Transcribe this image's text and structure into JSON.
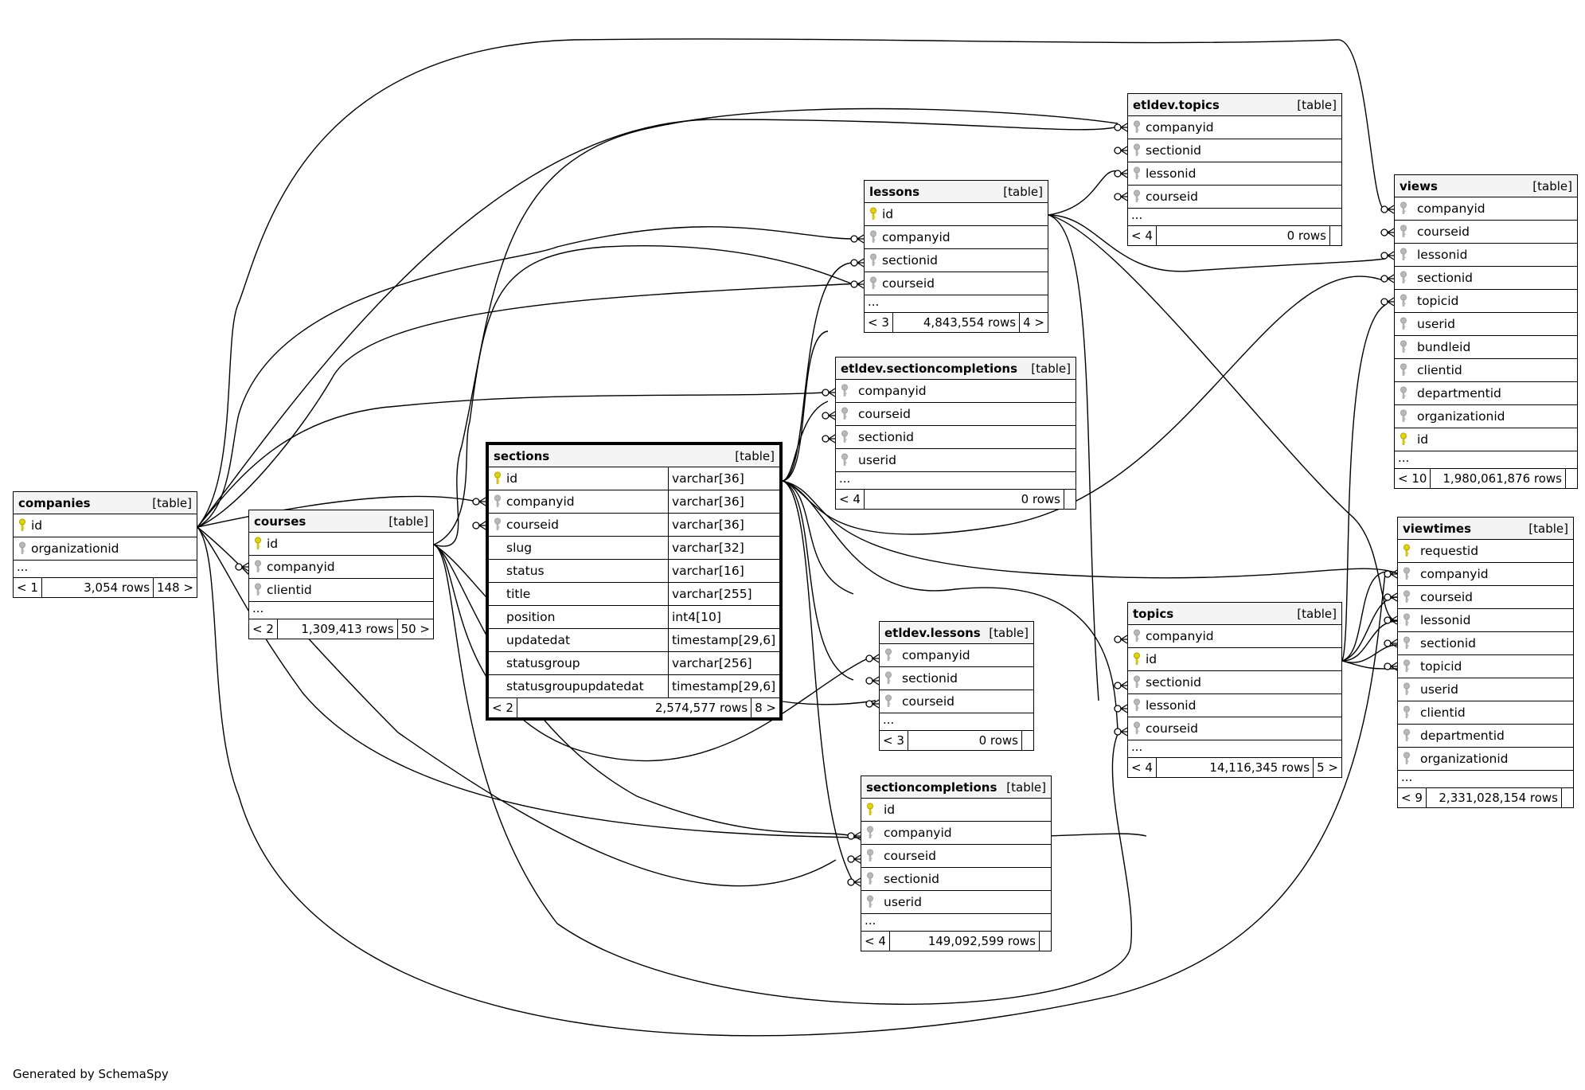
{
  "footer": "Generated by SchemaSpy",
  "tables": [
    {
      "name": "companies",
      "kind": "[table]",
      "columns": [
        {
          "name": "id",
          "key": "pk"
        },
        {
          "name": "organizationid",
          "key": "fk"
        }
      ],
      "more": "...",
      "foot": [
        "< 1",
        "3,054 rows",
        "148 >"
      ]
    },
    {
      "name": "courses",
      "kind": "[table]",
      "columns": [
        {
          "name": "id",
          "key": "pk"
        },
        {
          "name": "companyid",
          "key": "fk"
        },
        {
          "name": "clientid",
          "key": "fk"
        }
      ],
      "more": "...",
      "foot": [
        "< 2",
        "1,309,413 rows",
        "50 >"
      ]
    },
    {
      "name": "sections",
      "kind": "[table]",
      "columns": [
        {
          "name": "id",
          "key": "pk",
          "type": "varchar[36]"
        },
        {
          "name": "companyid",
          "key": "fk",
          "type": "varchar[36]"
        },
        {
          "name": "courseid",
          "key": "fk",
          "type": "varchar[36]"
        },
        {
          "name": "slug",
          "key": "",
          "type": "varchar[32]"
        },
        {
          "name": "status",
          "key": "",
          "type": "varchar[16]"
        },
        {
          "name": "title",
          "key": "",
          "type": "varchar[255]"
        },
        {
          "name": "position",
          "key": "",
          "type": "int4[10]"
        },
        {
          "name": "updatedat",
          "key": "",
          "type": "timestamp[29,6]"
        },
        {
          "name": "statusgroup",
          "key": "",
          "type": "varchar[256]"
        },
        {
          "name": "statusgroupupdatedat",
          "key": "",
          "type": "timestamp[29,6]"
        }
      ],
      "more": "",
      "foot": [
        "< 2",
        "2,574,577 rows",
        "8 >"
      ]
    },
    {
      "name": "lessons",
      "kind": "[table]",
      "columns": [
        {
          "name": "id",
          "key": "pk"
        },
        {
          "name": "companyid",
          "key": "fk"
        },
        {
          "name": "sectionid",
          "key": "fk"
        },
        {
          "name": "courseid",
          "key": "fk"
        }
      ],
      "more": "...",
      "foot": [
        "< 3",
        "4,843,554 rows",
        "4 >"
      ]
    },
    {
      "name": "etldev.sectioncompletions",
      "kind": "[table]",
      "columns": [
        {
          "name": "companyid",
          "key": "fk"
        },
        {
          "name": "courseid",
          "key": "fk"
        },
        {
          "name": "sectionid",
          "key": "fk"
        },
        {
          "name": "userid",
          "key": "fk"
        }
      ],
      "more": "...",
      "foot": [
        "< 4",
        "0 rows",
        ""
      ]
    },
    {
      "name": "etldev.lessons",
      "kind": "[table]",
      "columns": [
        {
          "name": "companyid",
          "key": "fk"
        },
        {
          "name": "sectionid",
          "key": "fk"
        },
        {
          "name": "courseid",
          "key": "fk"
        }
      ],
      "more": "...",
      "foot": [
        "< 3",
        "0 rows",
        ""
      ]
    },
    {
      "name": "sectioncompletions",
      "kind": "[table]",
      "columns": [
        {
          "name": "id",
          "key": "pk"
        },
        {
          "name": "companyid",
          "key": "fk"
        },
        {
          "name": "courseid",
          "key": "fk"
        },
        {
          "name": "sectionid",
          "key": "fk"
        },
        {
          "name": "userid",
          "key": "fk"
        }
      ],
      "more": "...",
      "foot": [
        "< 4",
        "149,092,599 rows",
        ""
      ]
    },
    {
      "name": "etldev.topics",
      "kind": "[table]",
      "columns": [
        {
          "name": "companyid",
          "key": "fk"
        },
        {
          "name": "sectionid",
          "key": "fk"
        },
        {
          "name": "lessonid",
          "key": "fk"
        },
        {
          "name": "courseid",
          "key": "fk"
        }
      ],
      "more": "...",
      "foot": [
        "< 4",
        "0 rows",
        ""
      ]
    },
    {
      "name": "topics",
      "kind": "[table]",
      "columns": [
        {
          "name": "companyid",
          "key": "fk"
        },
        {
          "name": "id",
          "key": "pk"
        },
        {
          "name": "sectionid",
          "key": "fk"
        },
        {
          "name": "lessonid",
          "key": "fk"
        },
        {
          "name": "courseid",
          "key": "fk"
        }
      ],
      "more": "...",
      "foot": [
        "< 4",
        "14,116,345 rows",
        "5 >"
      ]
    },
    {
      "name": "views",
      "kind": "[table]",
      "columns": [
        {
          "name": "companyid",
          "key": "fk"
        },
        {
          "name": "courseid",
          "key": "fk"
        },
        {
          "name": "lessonid",
          "key": "fk"
        },
        {
          "name": "sectionid",
          "key": "fk"
        },
        {
          "name": "topicid",
          "key": "fk"
        },
        {
          "name": "userid",
          "key": "fk"
        },
        {
          "name": "bundleid",
          "key": "fk"
        },
        {
          "name": "clientid",
          "key": "fk"
        },
        {
          "name": "departmentid",
          "key": "fk"
        },
        {
          "name": "organizationid",
          "key": "fk"
        },
        {
          "name": "id",
          "key": "pk"
        }
      ],
      "more": "...",
      "foot": [
        "< 10",
        "1,980,061,876 rows",
        ""
      ]
    },
    {
      "name": "viewtimes",
      "kind": "[table]",
      "columns": [
        {
          "name": "requestid",
          "key": "pk"
        },
        {
          "name": "companyid",
          "key": "fk"
        },
        {
          "name": "courseid",
          "key": "fk"
        },
        {
          "name": "lessonid",
          "key": "fk"
        },
        {
          "name": "sectionid",
          "key": "fk"
        },
        {
          "name": "topicid",
          "key": "fk"
        },
        {
          "name": "userid",
          "key": "fk"
        },
        {
          "name": "clientid",
          "key": "fk"
        },
        {
          "name": "departmentid",
          "key": "fk"
        },
        {
          "name": "organizationid",
          "key": "fk"
        }
      ],
      "more": "...",
      "foot": [
        "< 9",
        "2,331,028,154 rows",
        ""
      ]
    }
  ]
}
